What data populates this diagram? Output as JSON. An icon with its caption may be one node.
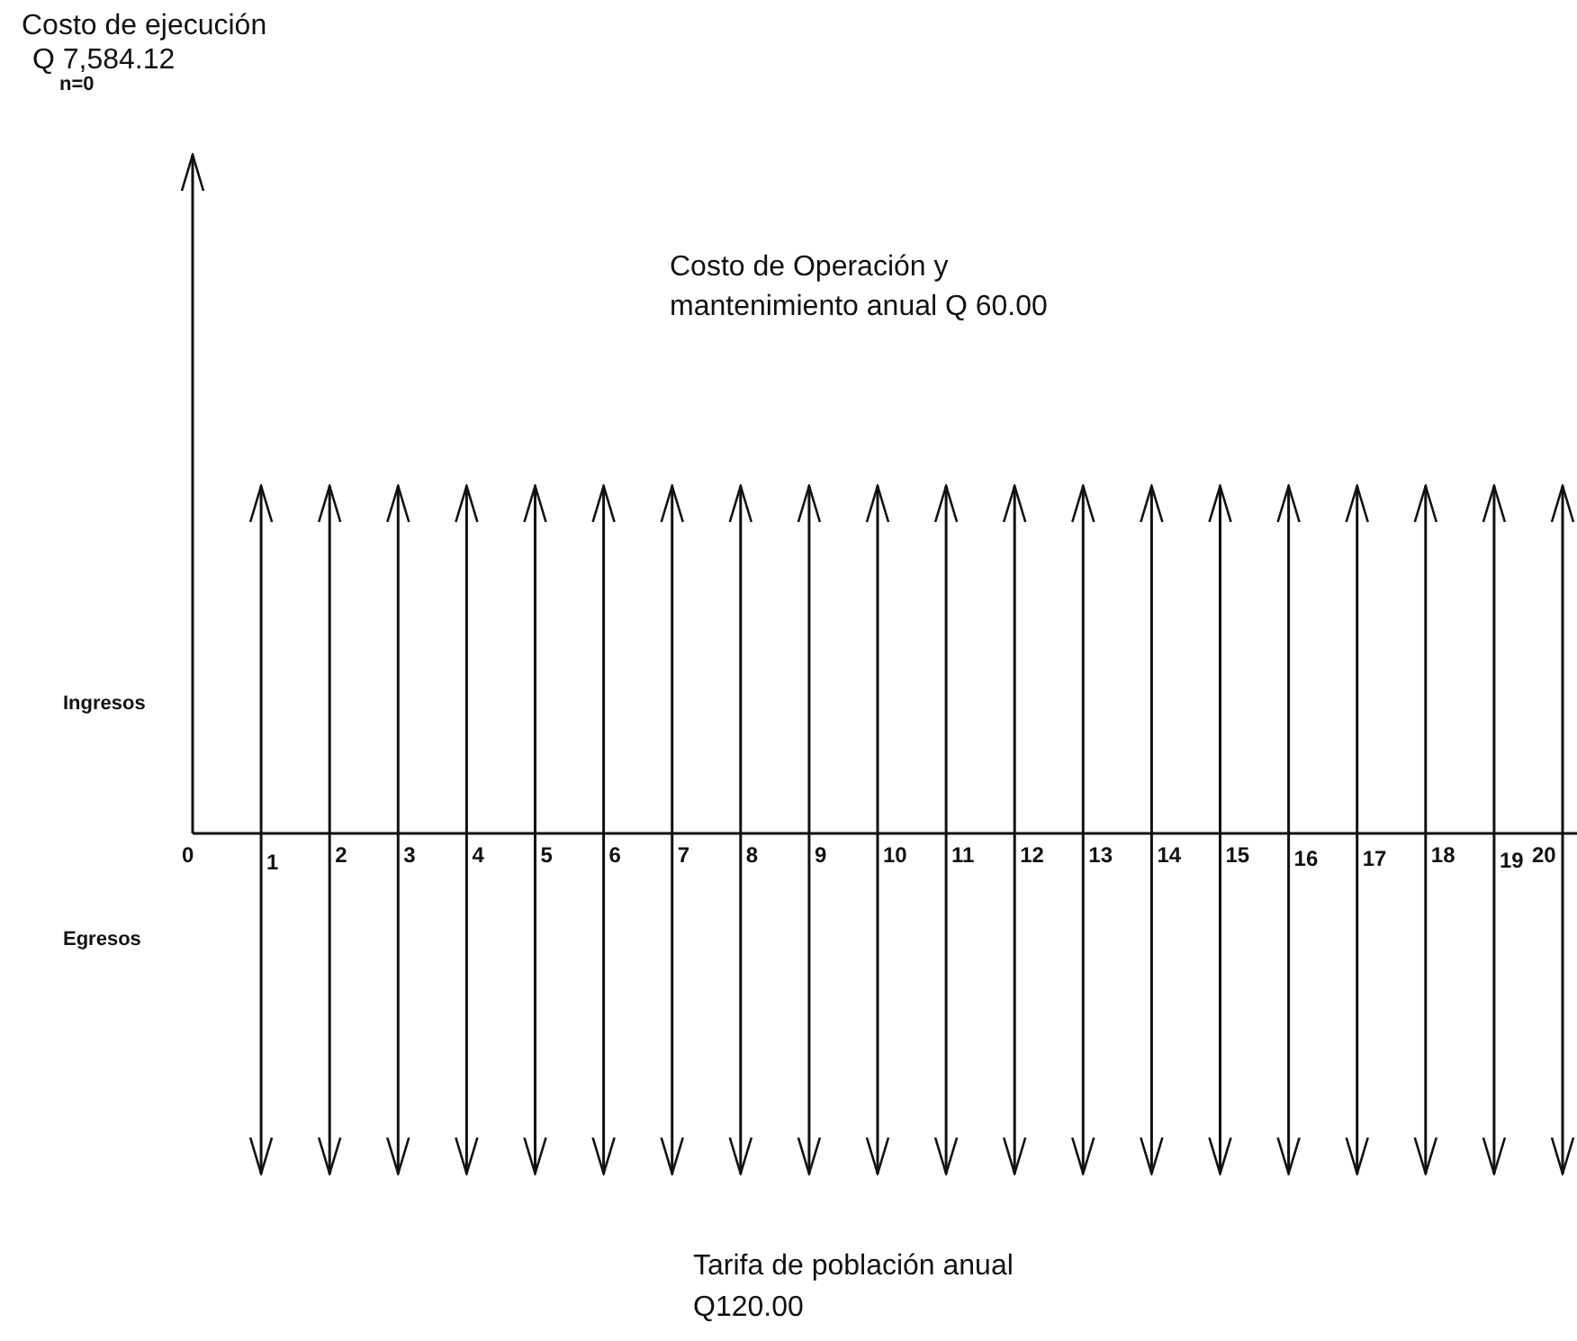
{
  "diagram": {
    "labels": [
      "Costo de ejecución",
      "Q 7,584.12",
      "n=0",
      "Costo de Operación y mantenimiento anual Q 60.00",
      "Ingresos",
      "0",
      "1",
      "2",
      "3",
      "4",
      "5",
      "6",
      "7",
      "8",
      "9",
      "10",
      "11",
      "12",
      "13",
      "14",
      "15",
      "16",
      "17",
      "18",
      "19",
      "20",
      "Egresos",
      "Tarifa de población anual",
      "Q120.00"
    ]
  }
}
